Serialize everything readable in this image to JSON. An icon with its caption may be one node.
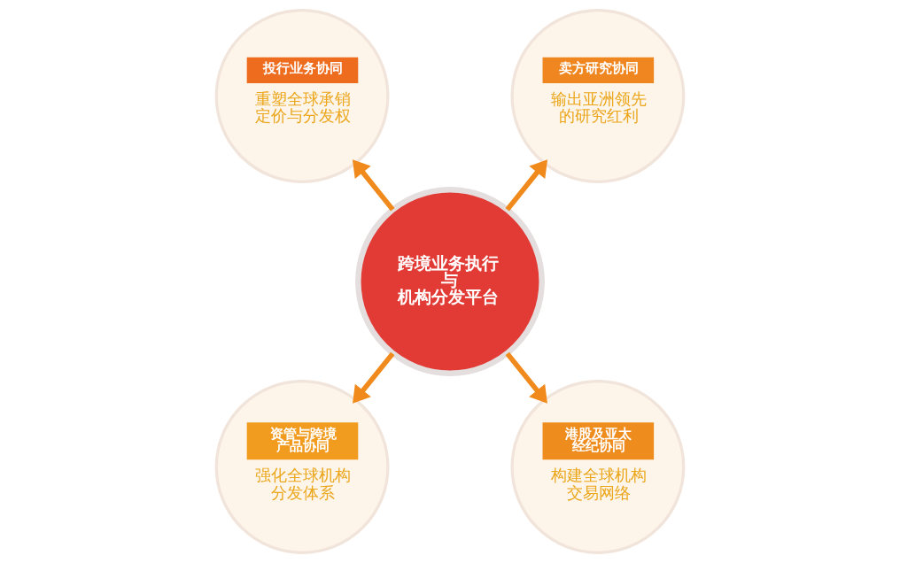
{
  "diagram": {
    "nodes": [
      {
        "text": [
          "跨境业务执行与机构分发平台"
        ]
      },
      {
        "text": [
          "投行业务协同",
          "重塑全球承销定价与分发权"
        ]
      },
      {
        "text": [
          "卖方研究协同",
          "输出亚洲领先的研究红利"
        ]
      },
      {
        "text": [
          "资管与跨境产品协同",
          "强化全球机构分发体系"
        ]
      },
      {
        "text": [
          "港股及亚太经纪协同",
          "构建全球机构交易网络"
        ]
      }
    ],
    "edges": [
      {
        "from": 0,
        "to": 1,
        "arrow": "to"
      },
      {
        "from": 0,
        "to": 2,
        "arrow": "to"
      },
      {
        "from": 0,
        "to": 3,
        "arrow": "to"
      },
      {
        "from": 0,
        "to": 4,
        "arrow": "to"
      }
    ]
  }
}
